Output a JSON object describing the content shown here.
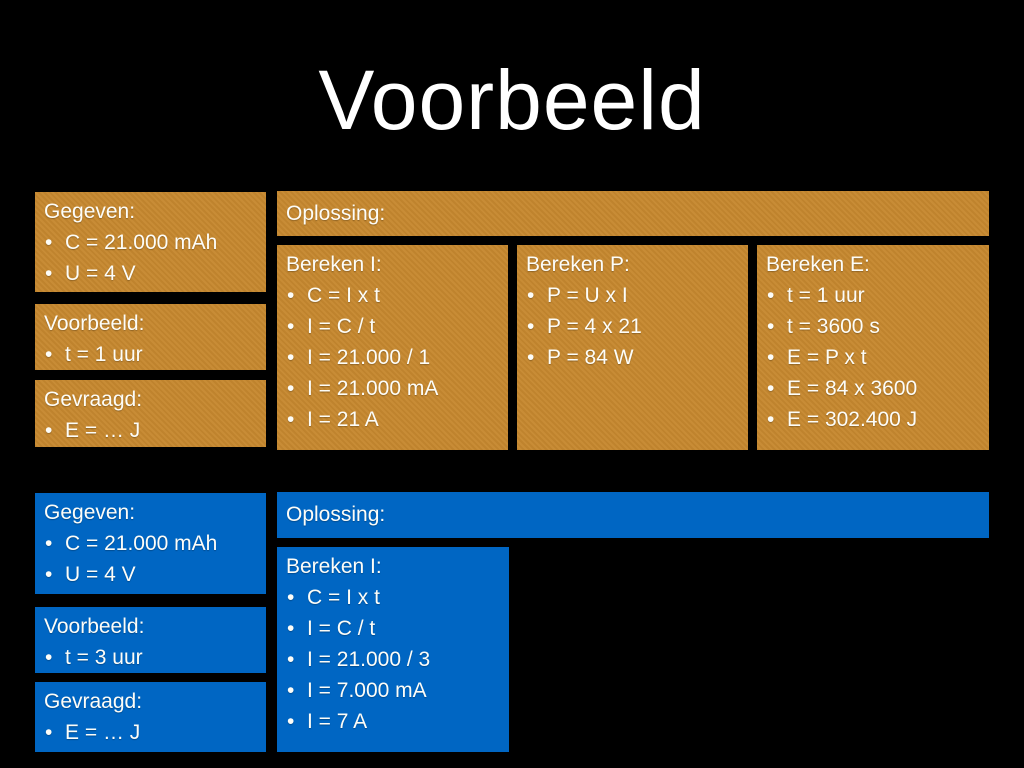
{
  "title": "Voorbeeld",
  "colors": {
    "background": "#000000",
    "orange_box": "#c6882f",
    "blue_box": "#0066c3",
    "text": "#ffffff"
  },
  "sections": {
    "top": {
      "theme": "orange",
      "given": {
        "header": "Gegeven:",
        "items": [
          "C = 21.000 mAh",
          "U = 4 V"
        ]
      },
      "example": {
        "header": "Voorbeeld:",
        "items": [
          "t = 1 uur"
        ]
      },
      "asked": {
        "header": "Gevraagd:",
        "items": [
          "E = … J"
        ]
      },
      "solution_header": "Oplossing:",
      "steps": [
        {
          "header": "Bereken I:",
          "items": [
            "C = I x t",
            "I = C / t",
            "I = 21.000 / 1",
            "I = 21.000 mA",
            "I = 21 A"
          ]
        },
        {
          "header": "Bereken P:",
          "items": [
            "P = U x I",
            "P = 4 x 21",
            "P = 84 W"
          ]
        },
        {
          "header": "Bereken E:",
          "items": [
            "t = 1 uur",
            "t = 3600 s",
            "E = P x t",
            "E = 84 x 3600",
            "E = 302.400 J"
          ]
        }
      ]
    },
    "bottom": {
      "theme": "blue",
      "given": {
        "header": "Gegeven:",
        "items": [
          "C = 21.000 mAh",
          "U = 4 V"
        ]
      },
      "example": {
        "header": "Voorbeeld:",
        "items": [
          "t = 3 uur"
        ]
      },
      "asked": {
        "header": "Gevraagd:",
        "items": [
          "E = … J"
        ]
      },
      "solution_header": "Oplossing:",
      "steps": [
        {
          "header": "Bereken I:",
          "items": [
            "C = I x t",
            "I = C / t",
            "I = 21.000 / 3",
            "I = 7.000 mA",
            "I = 7 A"
          ]
        }
      ]
    }
  }
}
